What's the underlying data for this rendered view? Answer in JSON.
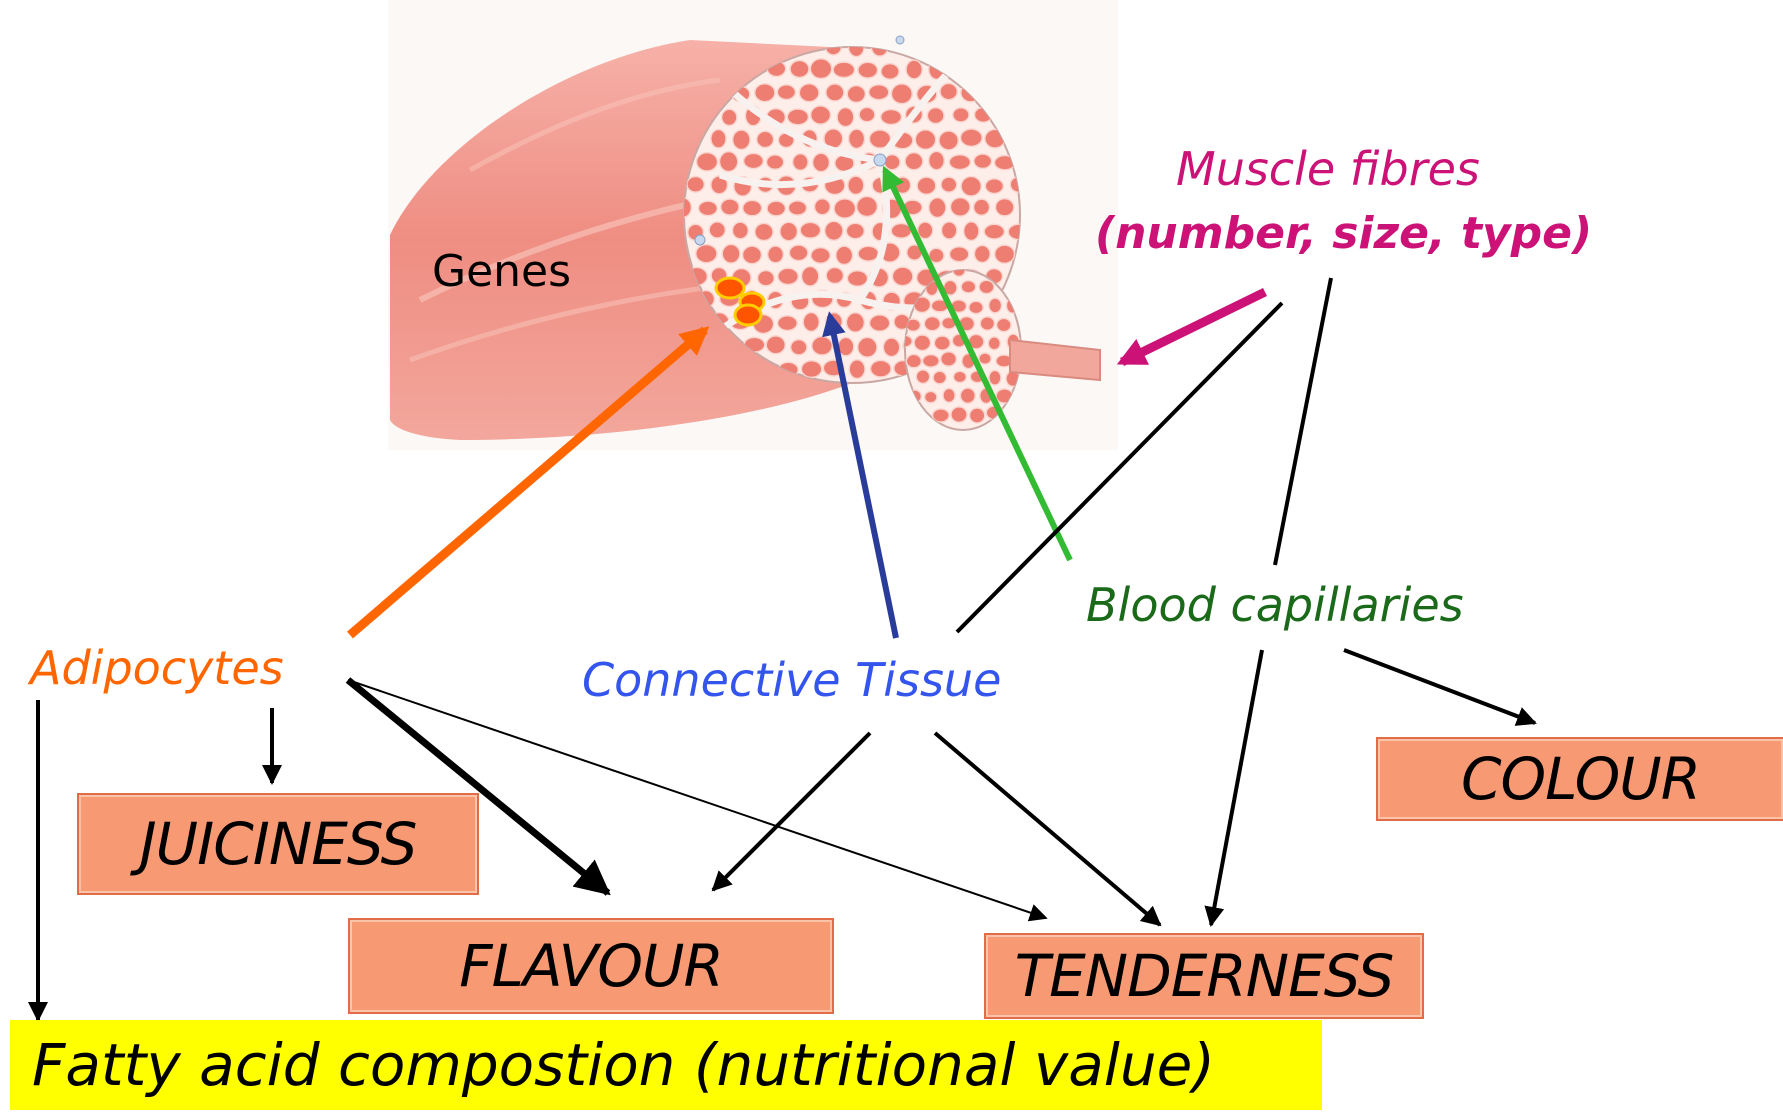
{
  "labels": {
    "genes": "Genes",
    "muscle_fibres_line1": "Muscle fibres",
    "muscle_fibres_line2": "(number, size, type)",
    "adipocytes": "Adipocytes",
    "connective_tissue": "Connective Tissue",
    "blood_capillaries": "Blood capillaries"
  },
  "outcomes": {
    "juiciness": "JUICINESS",
    "flavour": "FLAVOUR",
    "tenderness": "TENDERNESS",
    "colour": "COLOUR",
    "fatty_acid": "Fatty acid compostion (nutritional value)"
  },
  "colors": {
    "adipocytes": "#ff6600",
    "connective_tissue": "#2a3c9a",
    "connective_tissue_text": "#3355ee",
    "blood_capillaries": "#33bb33",
    "blood_capillaries_text": "#1a6a1a",
    "muscle_fibres": "#cc1177",
    "outcome_fill": "#f79a74",
    "fatty_acid_fill": "#ffff00"
  }
}
